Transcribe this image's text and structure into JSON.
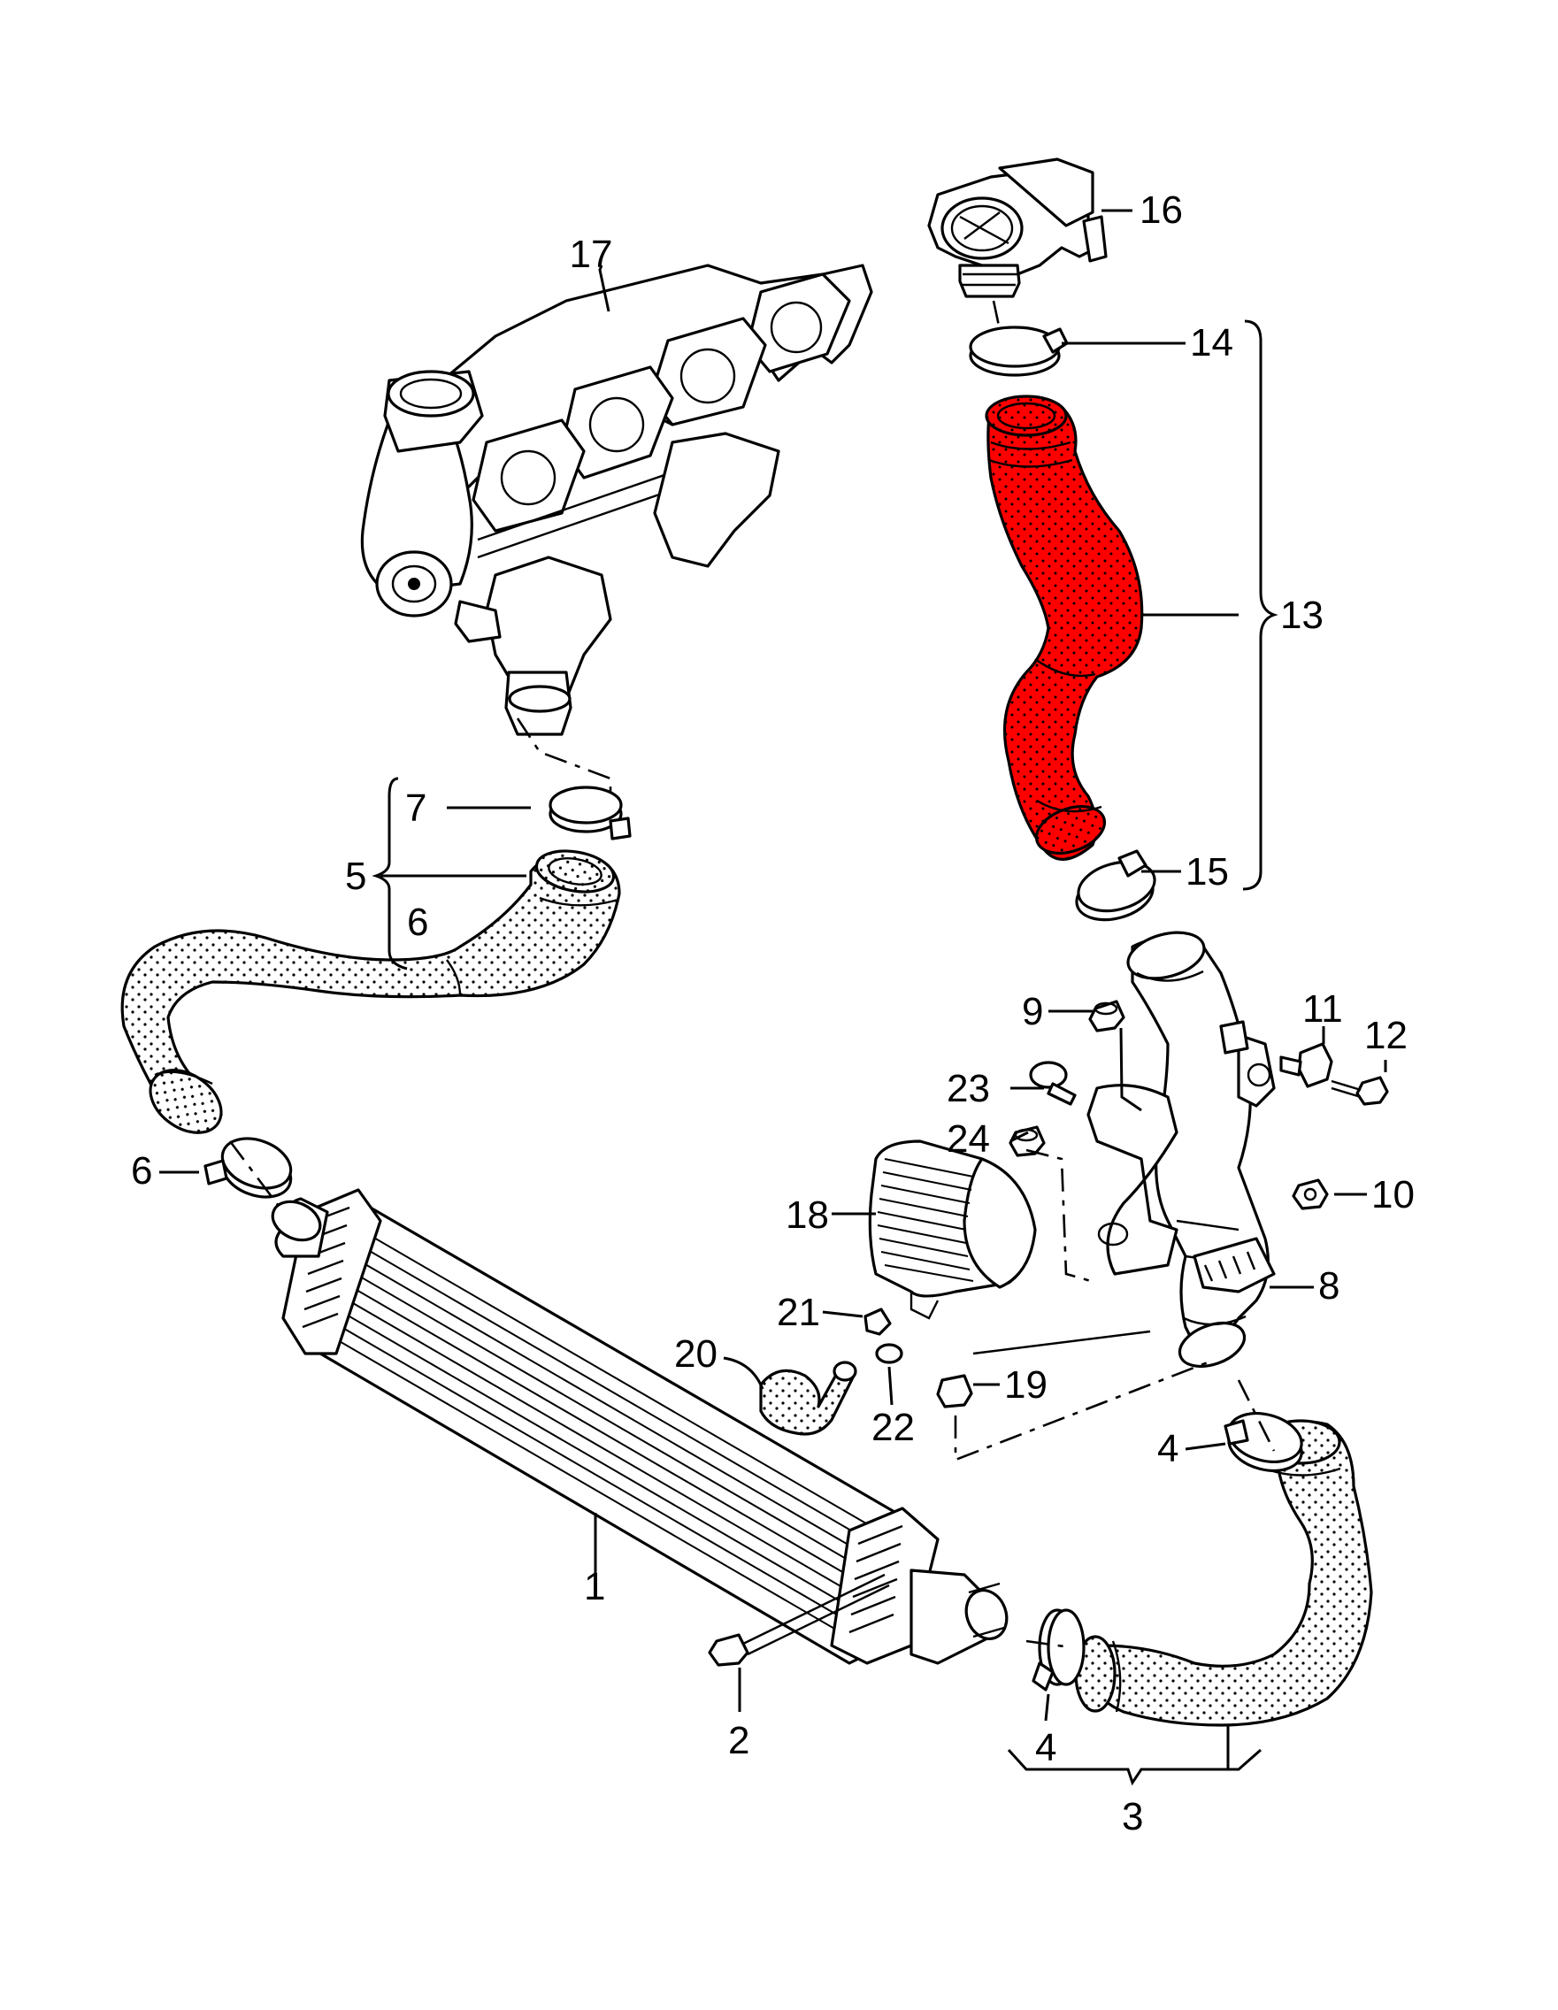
{
  "colors": {
    "highlight": "#ff0000",
    "line": "#000000",
    "background": "#ffffff"
  },
  "callouts": {
    "c1": "1",
    "c2": "2",
    "c3": "3",
    "c4a": "4",
    "c4b": "4",
    "c5": "5",
    "c6a": "6",
    "c6b": "6",
    "c7": "7",
    "c8": "8",
    "c9": "9",
    "c10": "10",
    "c11": "11",
    "c12": "12",
    "c13": "13",
    "c14": "14",
    "c15": "15",
    "c16": "16",
    "c17": "17",
    "c18": "18",
    "c19": "19",
    "c20": "20",
    "c21": "21",
    "c22": "22",
    "c23": "23",
    "c24": "24"
  },
  "highlighted_part": "13"
}
